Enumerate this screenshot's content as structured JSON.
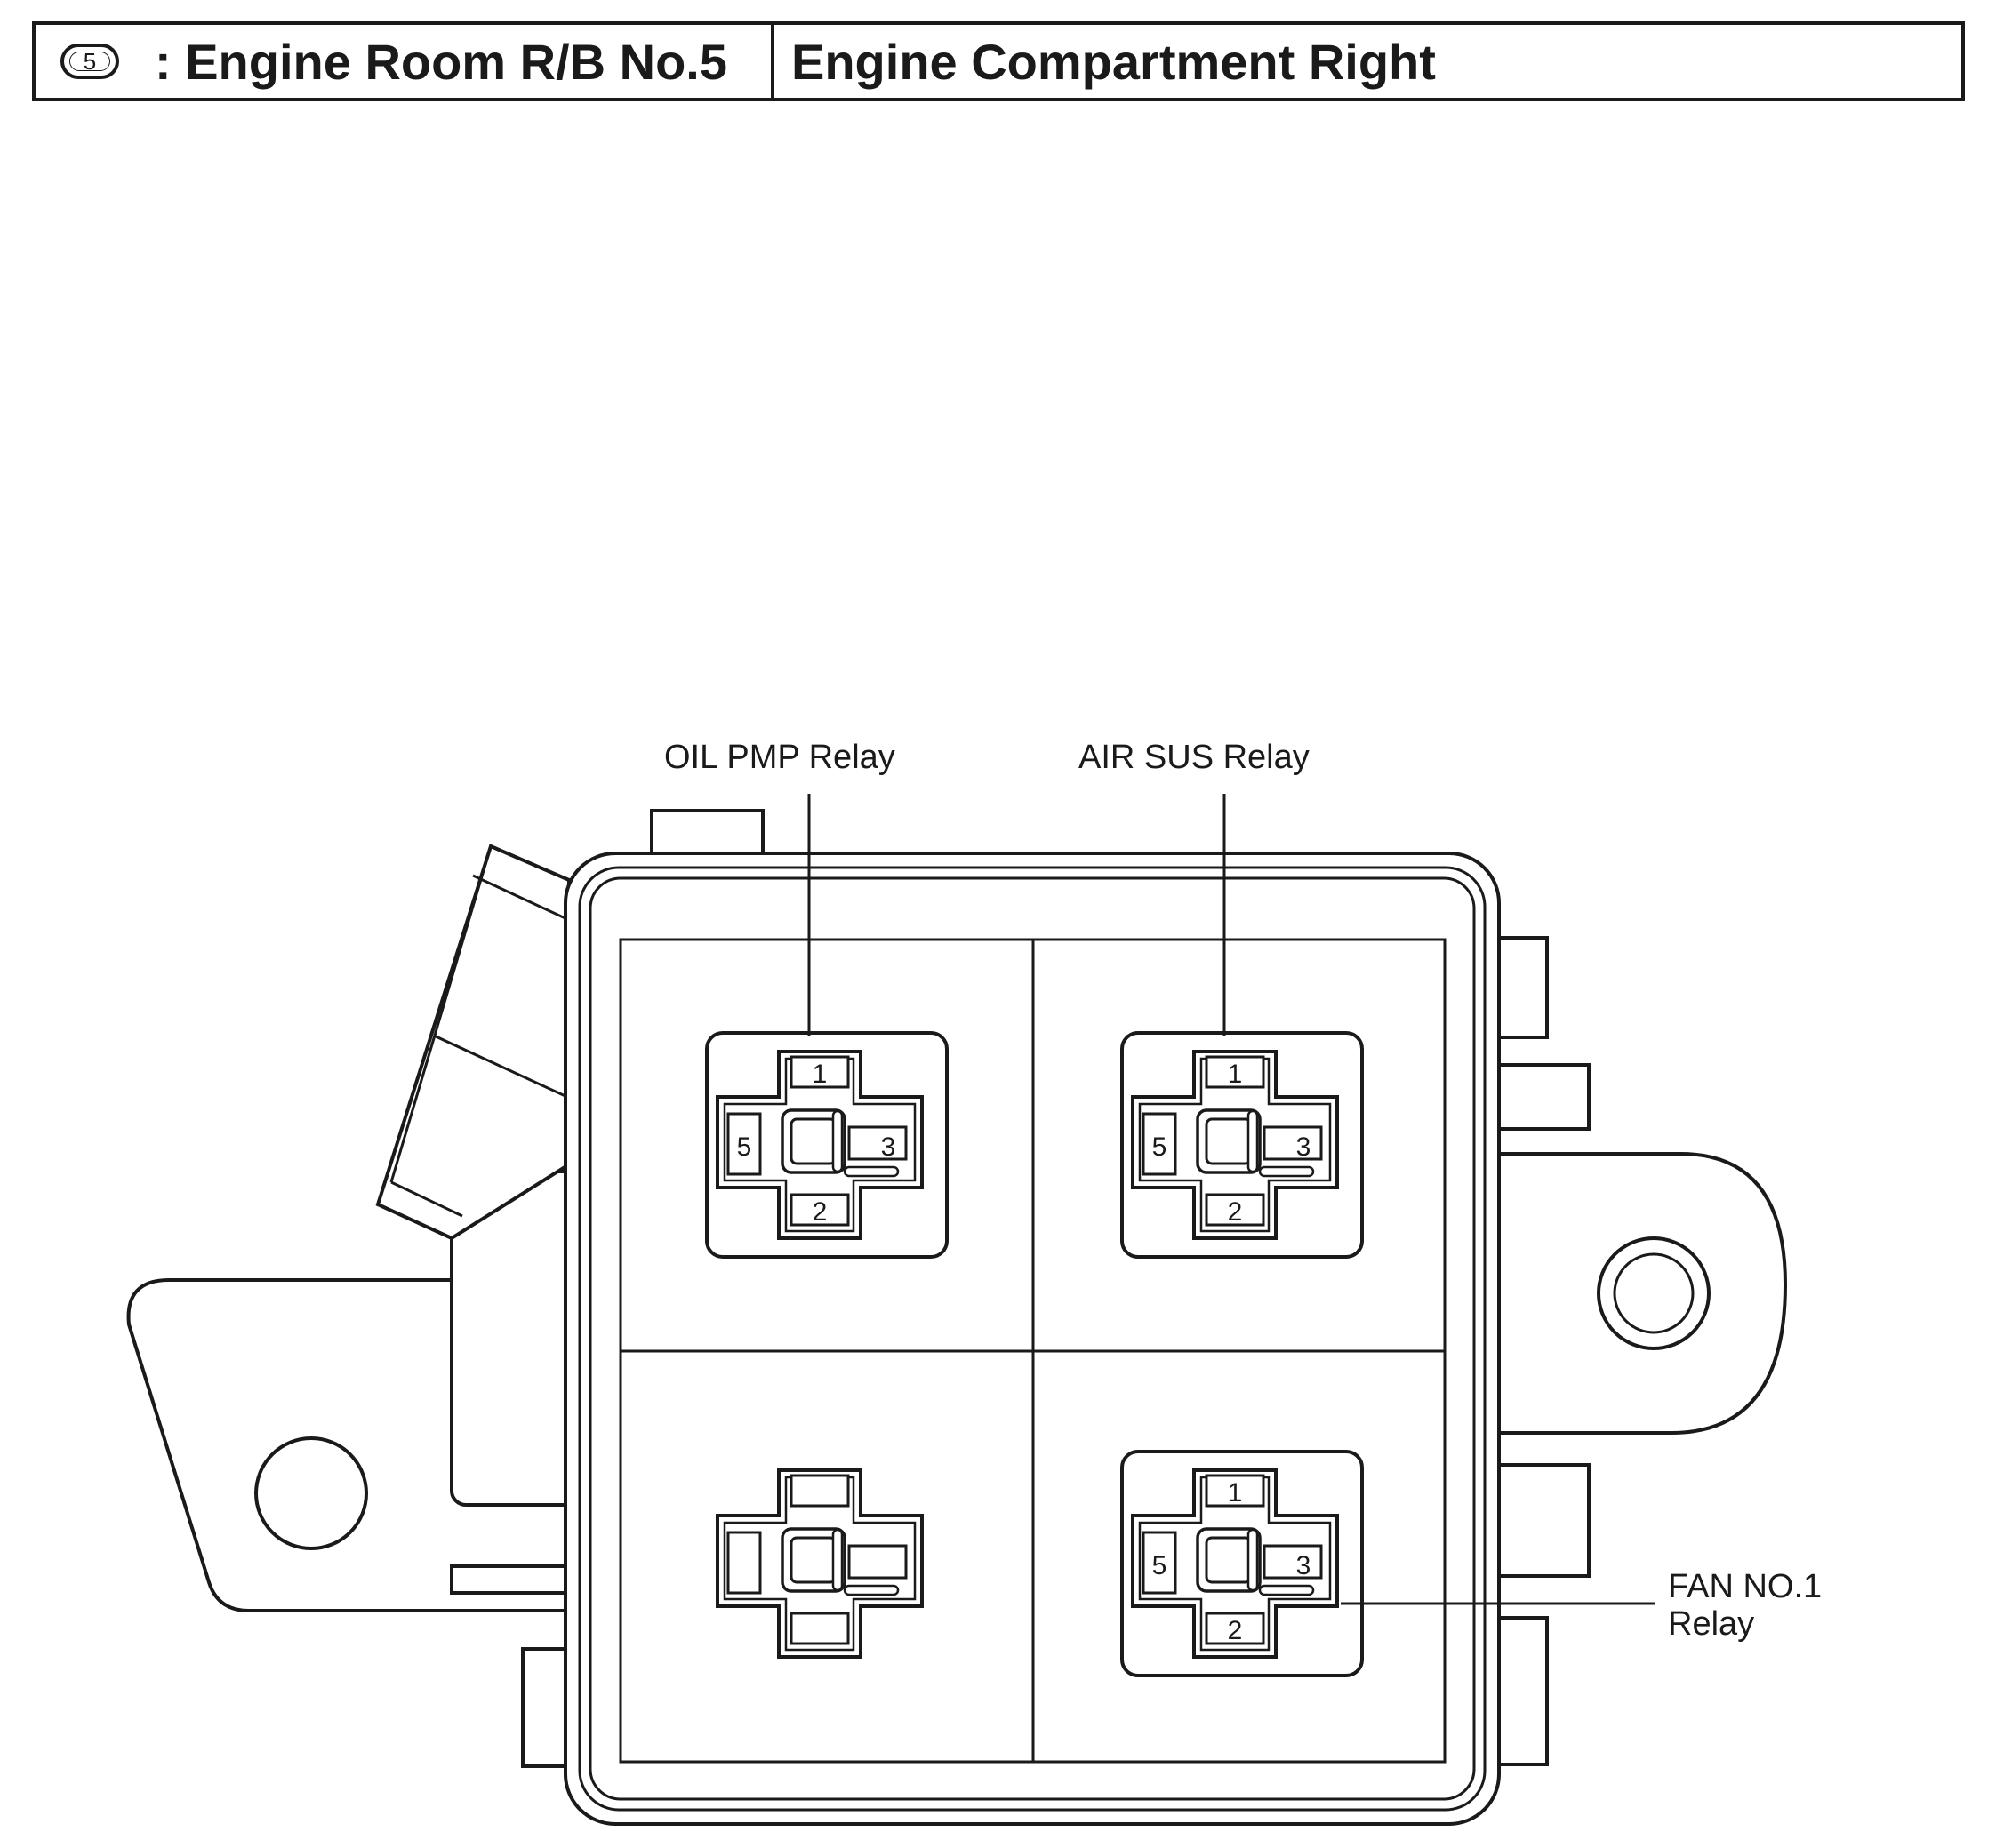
{
  "header": {
    "badge": "5",
    "title": ": Engine Room R/B No.5",
    "location": "Engine Compartment Right"
  },
  "labels": {
    "oil_pmp": "OIL PMP Relay",
    "air_sus": "AIR SUS Relay",
    "fan_line1": "FAN NO.1",
    "fan_line2": "Relay"
  },
  "relays": {
    "oil_pmp": {
      "pin_top": "1",
      "pin_left": "5",
      "pin_right": "3",
      "pin_bottom": "2"
    },
    "air_sus": {
      "pin_top": "1",
      "pin_left": "5",
      "pin_right": "3",
      "pin_bottom": "2"
    },
    "fan": {
      "pin_top": "1",
      "pin_left": "5",
      "pin_right": "3",
      "pin_bottom": "2"
    }
  }
}
